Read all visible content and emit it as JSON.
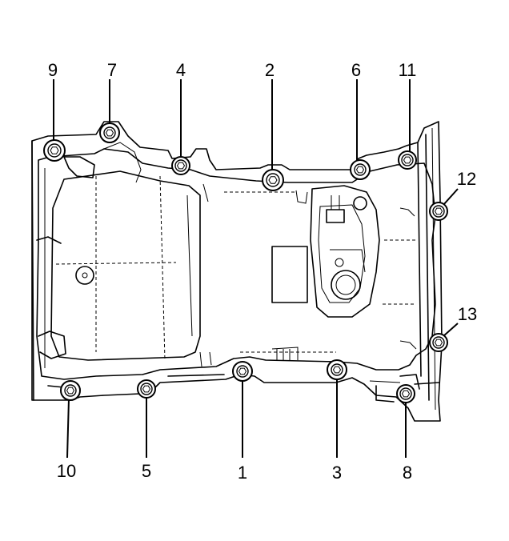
{
  "diagram": {
    "bolts": [
      {
        "id": "9",
        "label": "9"
      },
      {
        "id": "7",
        "label": "7"
      },
      {
        "id": "4",
        "label": "4"
      },
      {
        "id": "2",
        "label": "2"
      },
      {
        "id": "6",
        "label": "6"
      },
      {
        "id": "11",
        "label": "11"
      },
      {
        "id": "12",
        "label": "12"
      },
      {
        "id": "13",
        "label": "13"
      },
      {
        "id": "10",
        "label": "10"
      },
      {
        "id": "5",
        "label": "5"
      },
      {
        "id": "1",
        "label": "1"
      },
      {
        "id": "3",
        "label": "3"
      },
      {
        "id": "8",
        "label": "8"
      }
    ]
  }
}
